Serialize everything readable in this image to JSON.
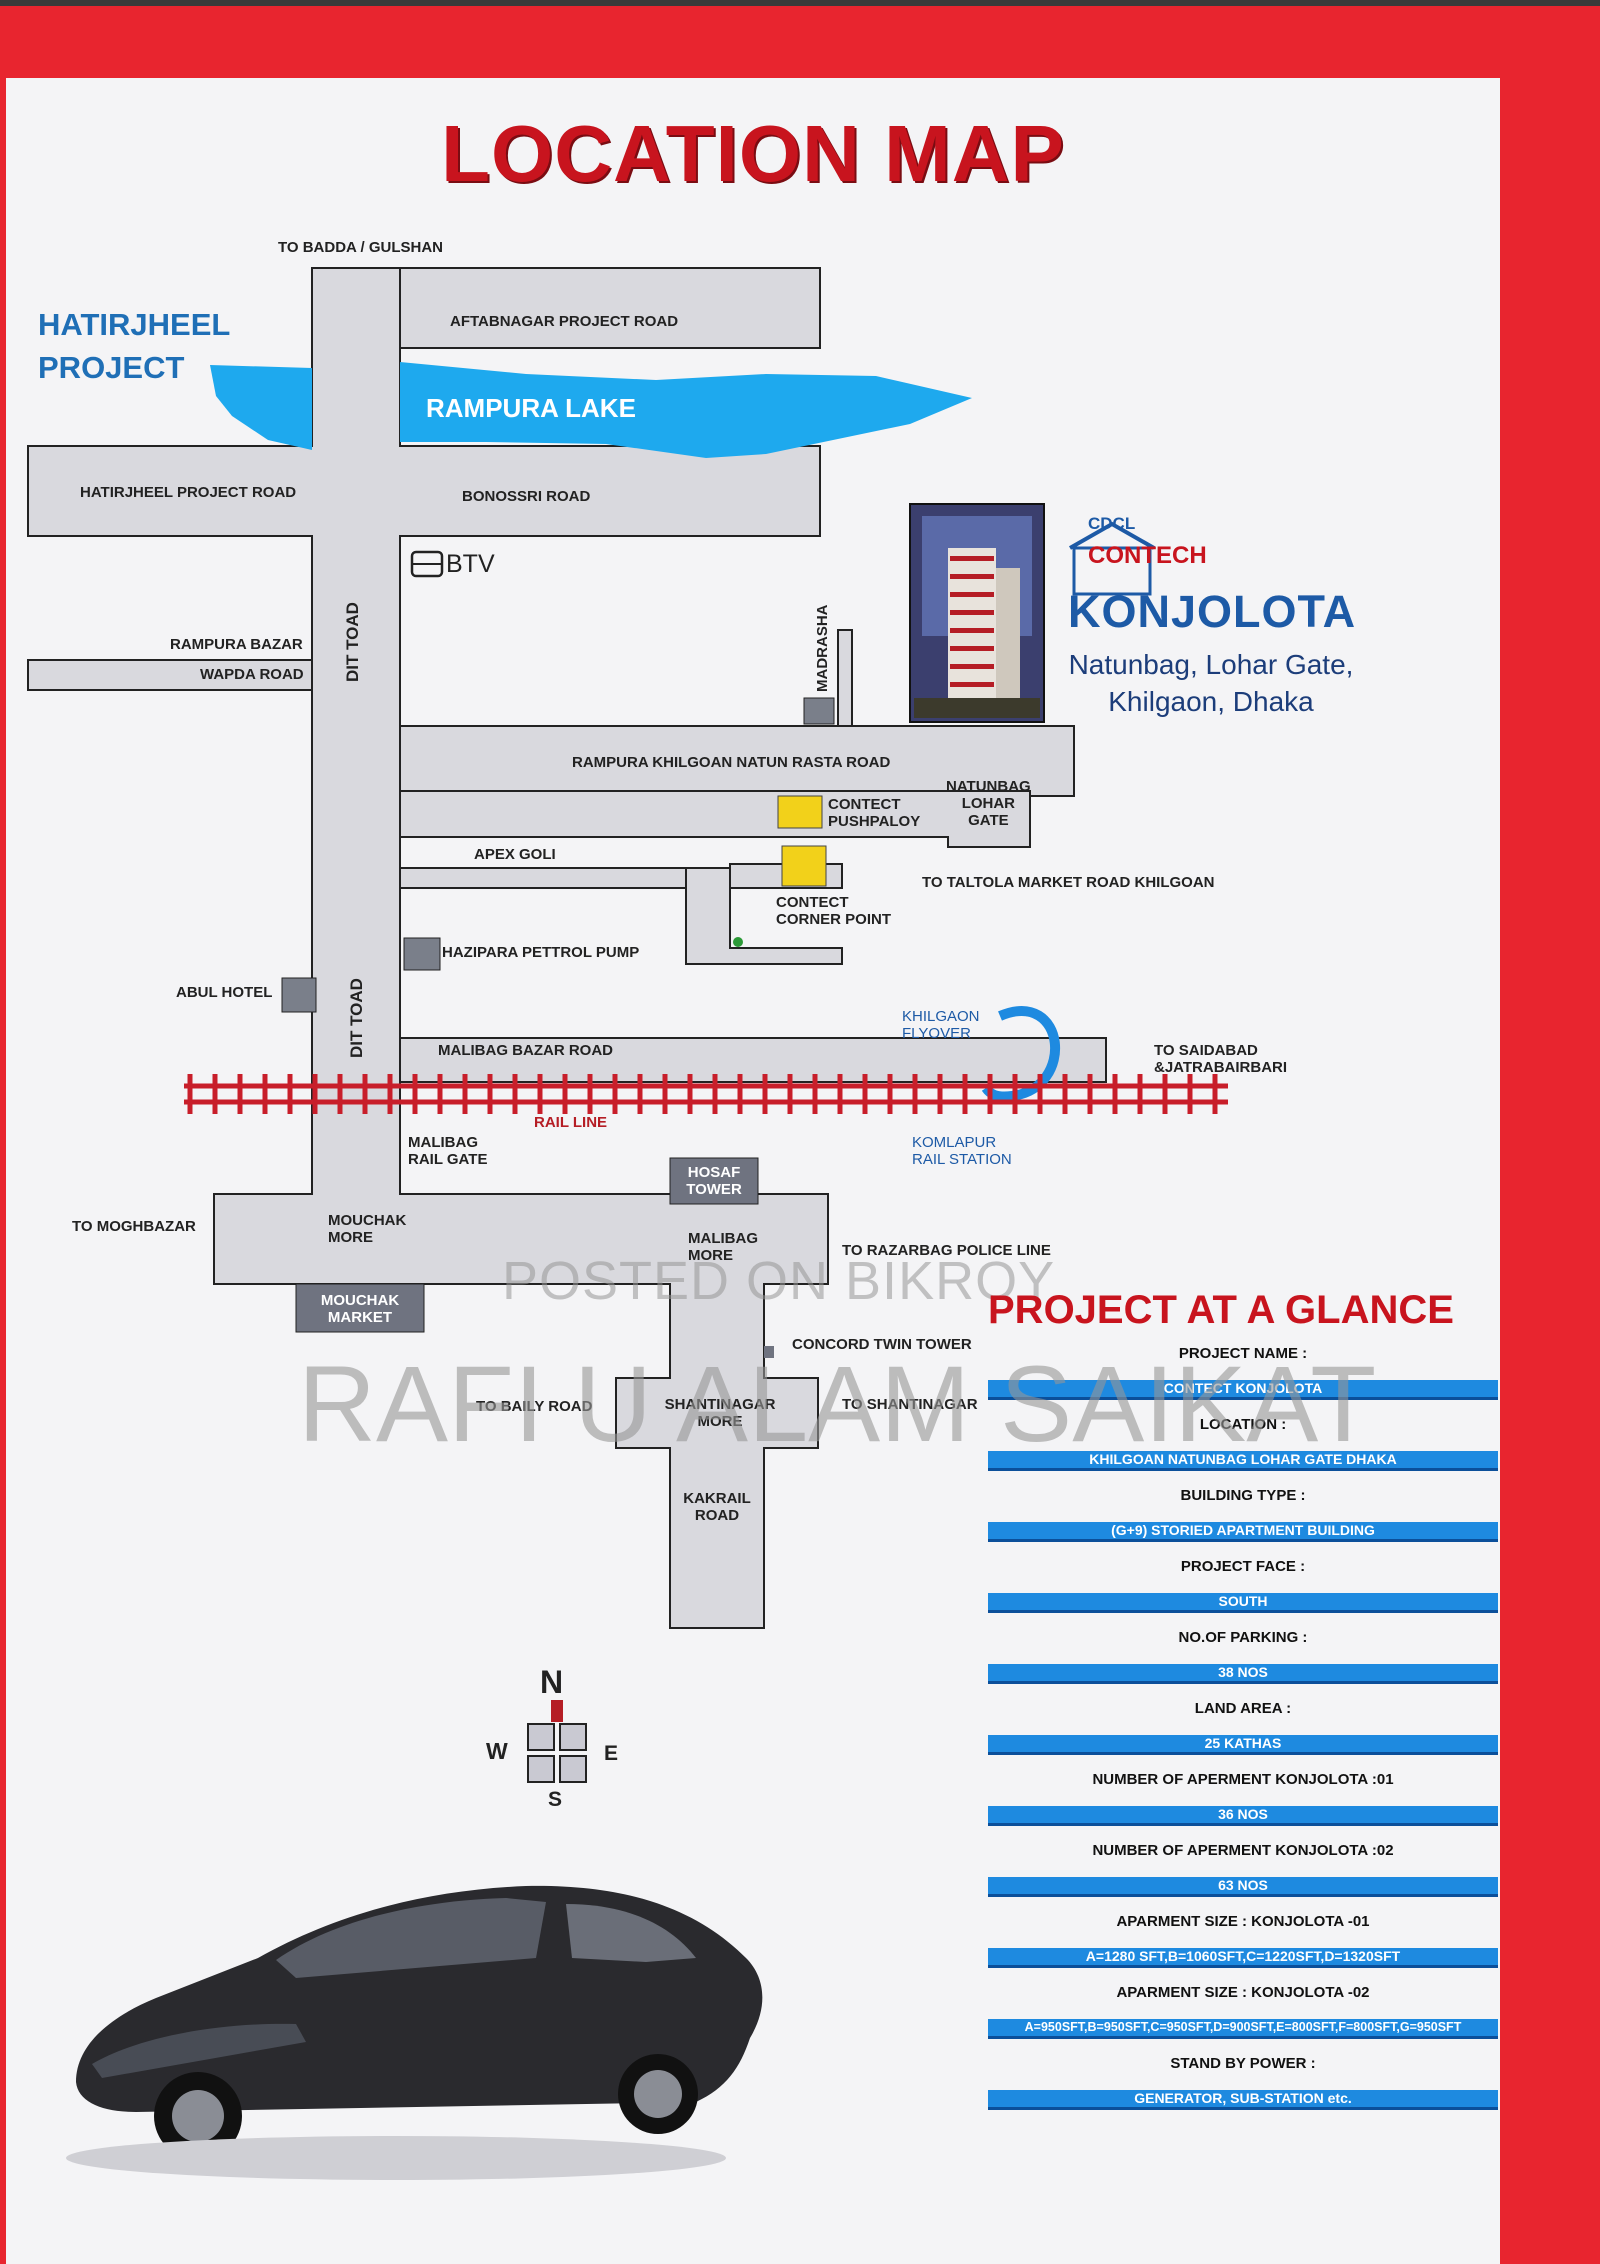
{
  "title": "LOCATION MAP",
  "roads": {
    "to_badda": "TO BADDA / GULSHAN",
    "aftabnagar": "AFTABNAGAR PROJECT ROAD",
    "hatirjheel_road": "HATIRJHEEL PROJECT ROAD",
    "bonossri": "BONOSSRI ROAD",
    "rampura_bazar": "RAMPURA BAZAR",
    "wapda": "WAPDA ROAD",
    "dit_upper": "DIT TOAD",
    "dit_lower": "DIT TOAD",
    "madrasha": "MADRASHA",
    "natun_rasta": "RAMPURA KHILGOAN NATUN RASTA ROAD",
    "apex": "APEX GOLI",
    "taltola": "TO TALTOLA MARKET ROAD KHILGOAN",
    "malibag_bazar": "MALIBAG BAZAR ROAD",
    "to_saidabad": "TO SAIDABAD &JATRABAIRBARI",
    "rail_line": "RAIL LINE",
    "to_moghbazar": "TO MOGHBAZAR",
    "to_razarbag": "TO RAZARBAG POLICE LINE",
    "to_baily": "TO BAILY ROAD",
    "to_shantinagar": "TO SHANTINAGAR"
  },
  "places": {
    "hatirjheel_project": [
      "HATIRJHEEL",
      "PROJECT"
    ],
    "rampura_lake": "RAMPURA LAKE",
    "btv": "BTV",
    "contect_pushpaloy": [
      "CONTECT",
      "PUSHPALOY"
    ],
    "natunbag_lohar_gate": [
      "NATUNBAG",
      "LOHAR",
      "GATE"
    ],
    "contect_corner_point": [
      "CONTECT",
      "CORNER POINT"
    ],
    "hazipara": "HAZIPARA PETTROL PUMP",
    "abul_hotel": "ABUL HOTEL",
    "khilgaon_flyover": [
      "KHILGAON",
      "FLYOVER"
    ],
    "malibag_rail_gate": [
      "MALIBAG",
      "RAIL GATE"
    ],
    "komlapur": [
      "KOMLAPUR",
      "RAIL STATION"
    ],
    "hosaf_tower": [
      "HOSAF",
      "TOWER"
    ],
    "mouchak_more": [
      "MOUCHAK",
      "MORE"
    ],
    "malibag_more": [
      "MALIBAG",
      "MORE"
    ],
    "mouchak_market": [
      "MOUCHAK",
      "MARKET"
    ],
    "concord": "CONCORD TWIN TOWER",
    "shantinagar_more": [
      "SHANTINAGAR",
      "MORE"
    ],
    "kakrail": [
      "KAKRAIL",
      "ROAD"
    ]
  },
  "brand": {
    "cdcl": "CDCL",
    "contech": "CONTECH",
    "project": "KONJOLOTA",
    "address": [
      "Natunbag, Lohar Gate,",
      "Khilgaon, Dhaka"
    ]
  },
  "compass": {
    "n": "N",
    "s": "S",
    "e": "E",
    "w": "W"
  },
  "watermark": [
    "POSTED ON BIKROY",
    "RAFI U ALAM SAIKAT"
  ],
  "glance": {
    "heading": "PROJECT AT A GLANCE",
    "facts": [
      {
        "label": "PROJECT NAME :",
        "value": "CONTECT KONJOLOTA"
      },
      {
        "label": "LOCATION :",
        "value": "KHILGOAN NATUNBAG  LOHAR GATE DHAKA"
      },
      {
        "label": "BUILDING TYPE :",
        "value": "(G+9) STORIED APARTMENT BUILDING"
      },
      {
        "label": "PROJECT FACE :",
        "value": "SOUTH"
      },
      {
        "label": "NO.OF PARKING :",
        "value": "38 NOS"
      },
      {
        "label": "LAND AREA :",
        "value": "25 KATHAS"
      },
      {
        "label": "NUMBER OF APERMENT KONJOLOTA :01",
        "value": "36 NOS"
      },
      {
        "label": "NUMBER OF APERMENT KONJOLOTA :02",
        "value": "63 NOS"
      },
      {
        "label": "APARMENT SIZE : KONJOLOTA -01",
        "value": "A=1280 SFT,B=1060SFT,C=1220SFT,D=1320SFT"
      },
      {
        "label": "APARMENT SIZE : KONJOLOTA -02",
        "value": "A=950SFT,B=950SFT,C=950SFT,D=900SFT,E=800SFT,F=800SFT,G=950SFT"
      },
      {
        "label": "STAND BY POWER :",
        "value": "GENERATOR, SUB-STATION etc."
      }
    ]
  },
  "colors": {
    "frame": "#e8252f",
    "title": "#c8141e",
    "road": "#d9d9de",
    "water": "#1ea9ee",
    "bar": "#1e8ae0",
    "rail": "#c81e2a"
  }
}
